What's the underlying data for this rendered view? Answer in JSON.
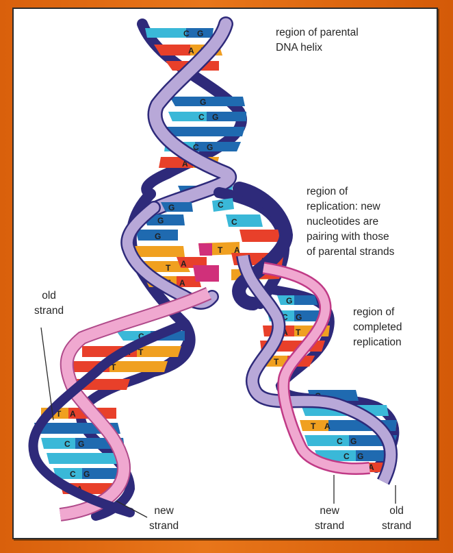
{
  "labels": {
    "parental_region": {
      "line1": "region of parental",
      "line2": "DNA helix"
    },
    "replication_region": {
      "line1": "region of",
      "line2": "replication: new",
      "line3": "nucleotides are",
      "line4": "pairing with those",
      "line5": "of parental strands"
    },
    "completed_region": {
      "line1": "region of",
      "line2": "completed",
      "line3": "replication"
    },
    "old_strand_left": {
      "line1": "old",
      "line2": "strand"
    },
    "new_strand_left": {
      "line1": "new",
      "line2": "strand"
    },
    "new_strand_right": {
      "line1": "new",
      "line2": "strand"
    },
    "old_strand_right": {
      "line1": "old",
      "line2": "strand"
    }
  },
  "base_letters": {
    "C": "C",
    "G": "G",
    "A": "A",
    "T": "T"
  },
  "colors": {
    "old_strand": "#b8a8d8",
    "old_strand_dark": "#2e2a7a",
    "new_strand": "#f0a8d0",
    "new_strand_dark": "#d0307a",
    "cytosine": "#3ab8d8",
    "guanine": "#1f6ab0",
    "adenine": "#e8402a",
    "thymine": "#f0a020",
    "background": "#e8761a"
  }
}
